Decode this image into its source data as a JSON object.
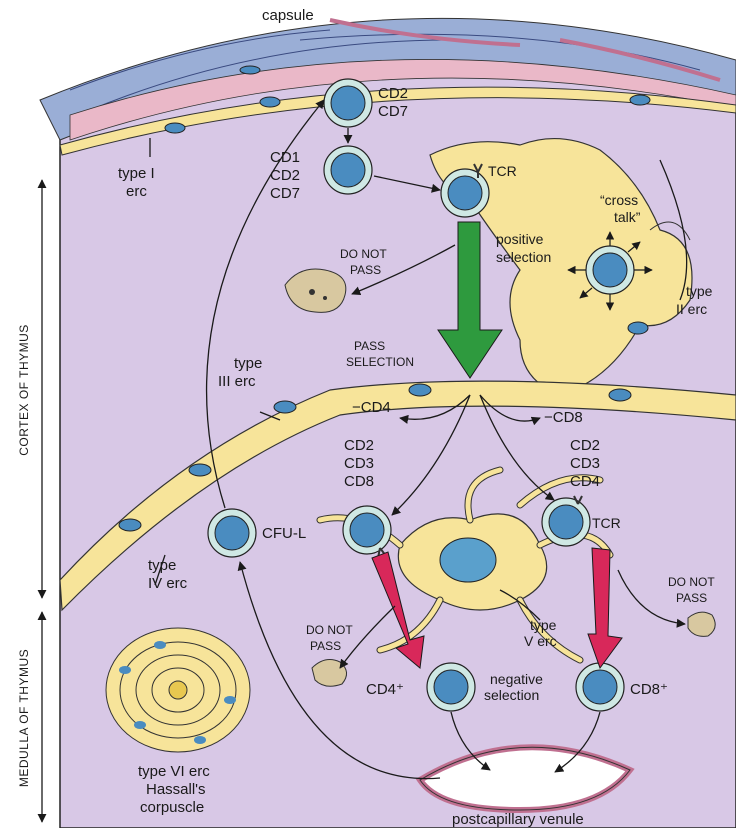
{
  "side_labels": {
    "cortex": "CORTEX OF THYMUS",
    "medulla": "MEDULLA OF THYMUS"
  },
  "labels": {
    "capsule": "capsule",
    "type_i_erc": [
      "type I",
      "erc"
    ],
    "top_cell_markers": [
      "CD2",
      "CD7"
    ],
    "second_cell_markers": [
      "CD1",
      "CD2",
      "CD7"
    ],
    "tcr_top": "TCR",
    "cross_talk": [
      "“cross",
      "talk”"
    ],
    "positive_selection": [
      "positive",
      "selection"
    ],
    "do_not_pass_cortex": [
      "DO NOT",
      "PASS"
    ],
    "type_ii_erc": [
      "type",
      "II erc"
    ],
    "pass_selection": [
      "PASS",
      "SELECTION"
    ],
    "type_iii_erc": [
      "type",
      "III erc"
    ],
    "cd4_minus": "−CD4",
    "cd8_minus": "−CD8",
    "left_markers": [
      "CD2",
      "CD3",
      "CD8"
    ],
    "right_markers": [
      "CD2",
      "CD3",
      "CD4"
    ],
    "cfu_l": "CFU-L",
    "tcr_right": "TCR",
    "type_iv_erc": [
      "type",
      "IV erc"
    ],
    "type_v_erc": [
      "type",
      "V erc"
    ],
    "do_not_pass_right": [
      "DO NOT",
      "PASS"
    ],
    "do_not_pass_medulla": [
      "DO NOT",
      "PASS"
    ],
    "negative_selection": [
      "negative",
      "selection"
    ],
    "cd4_plus": "CD4⁺",
    "cd8_plus": "CD8⁺",
    "type_vi_erc": [
      "type VI erc",
      "Hassall's",
      "corpuscle"
    ],
    "postcapillary_venule": "postcapillary venule"
  },
  "colors": {
    "background": "#d8c8e6",
    "capsule_blue": "#9aaed6",
    "capsule_pink": "#eab8c8",
    "erc_yellow": "#f7e49a",
    "cell_fill": "#cfe8e4",
    "nucleus": "#4a8cc0",
    "green_arrow": "#2e9a3e",
    "red_arrow": "#d8285a"
  }
}
